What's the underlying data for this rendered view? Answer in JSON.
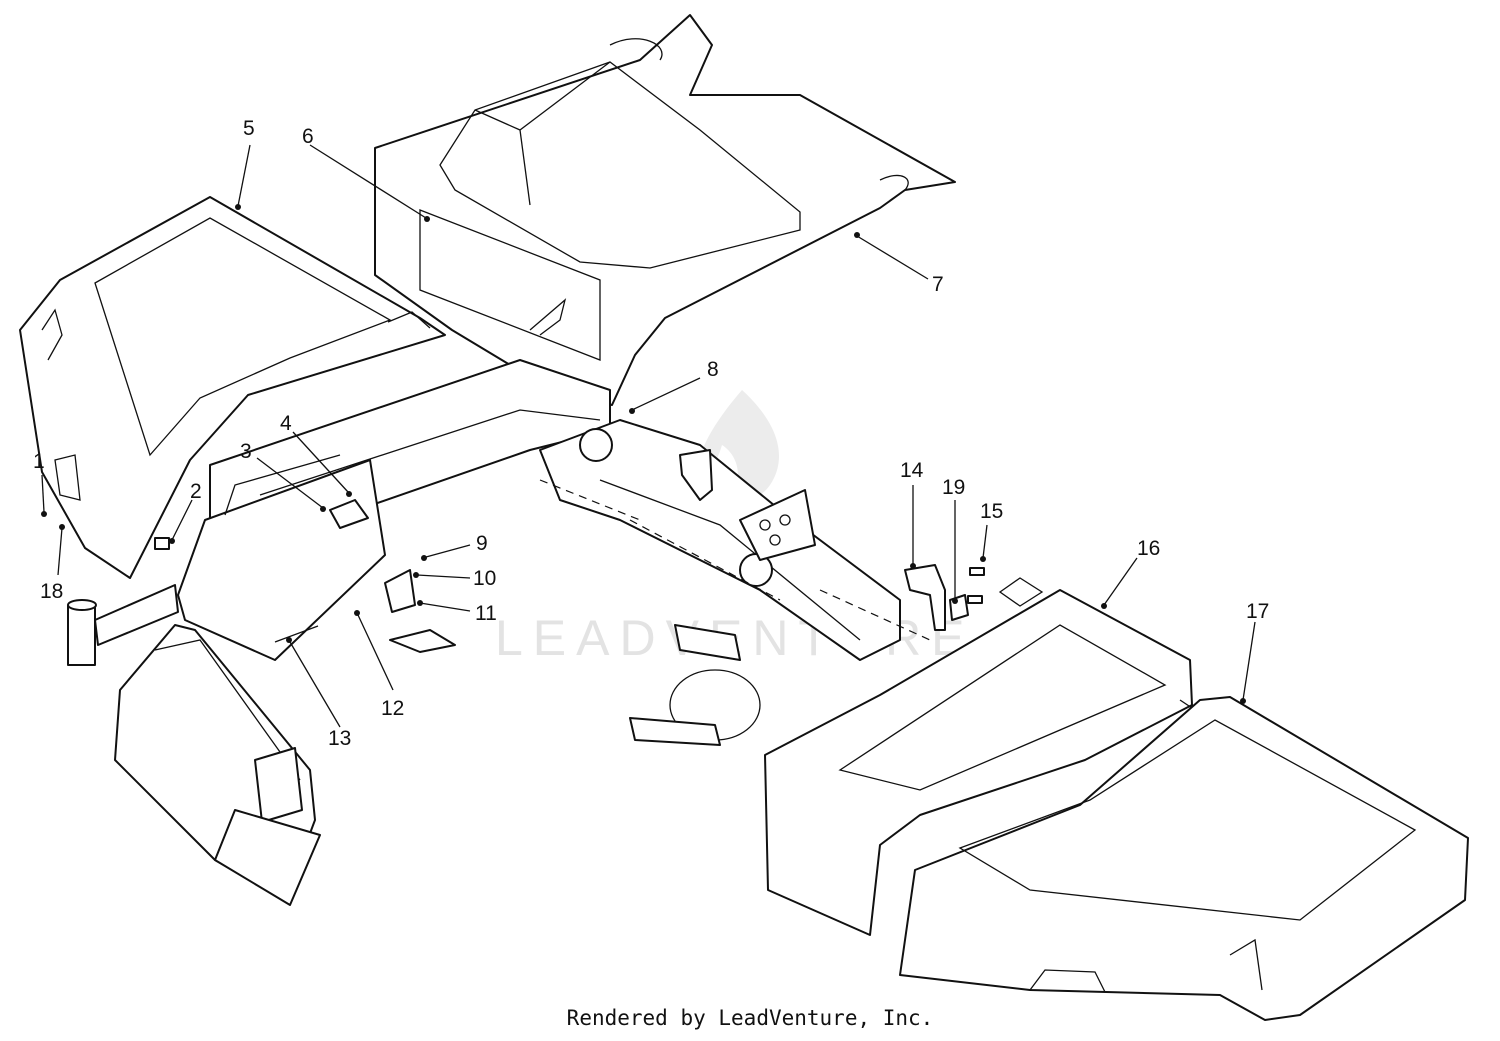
{
  "watermark": {
    "text": "LEADVENTURE"
  },
  "credit": "Rendered by LeadVenture, Inc.",
  "callouts": [
    {
      "label": "1"
    },
    {
      "label": "2"
    },
    {
      "label": "3"
    },
    {
      "label": "4"
    },
    {
      "label": "5"
    },
    {
      "label": "6"
    },
    {
      "label": "7"
    },
    {
      "label": "8"
    },
    {
      "label": "9"
    },
    {
      "label": "10"
    },
    {
      "label": "11"
    },
    {
      "label": "12"
    },
    {
      "label": "13"
    },
    {
      "label": "14"
    },
    {
      "label": "15"
    },
    {
      "label": "16"
    },
    {
      "label": "17"
    },
    {
      "label": "18"
    },
    {
      "label": "19"
    }
  ]
}
